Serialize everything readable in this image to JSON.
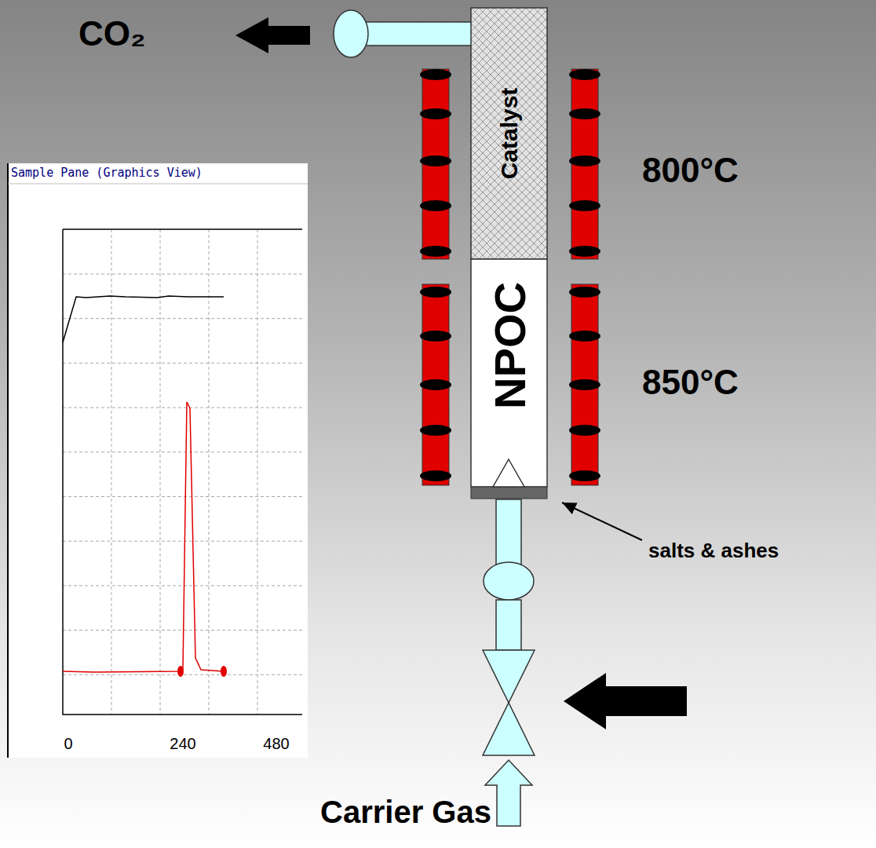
{
  "diagram": {
    "nodes": [
      {
        "text": [
          "Sample Pane (Graphics View)"
        ]
      },
      {
        "text": [
          "Catalyst"
        ]
      },
      {
        "text": [
          "NPOC"
        ]
      }
    ],
    "labels": [
      "CO₂",
      "800°C",
      "850°C",
      "salts & ashes",
      "Carrier Gas",
      "0",
      "240",
      "480"
    ]
  }
}
